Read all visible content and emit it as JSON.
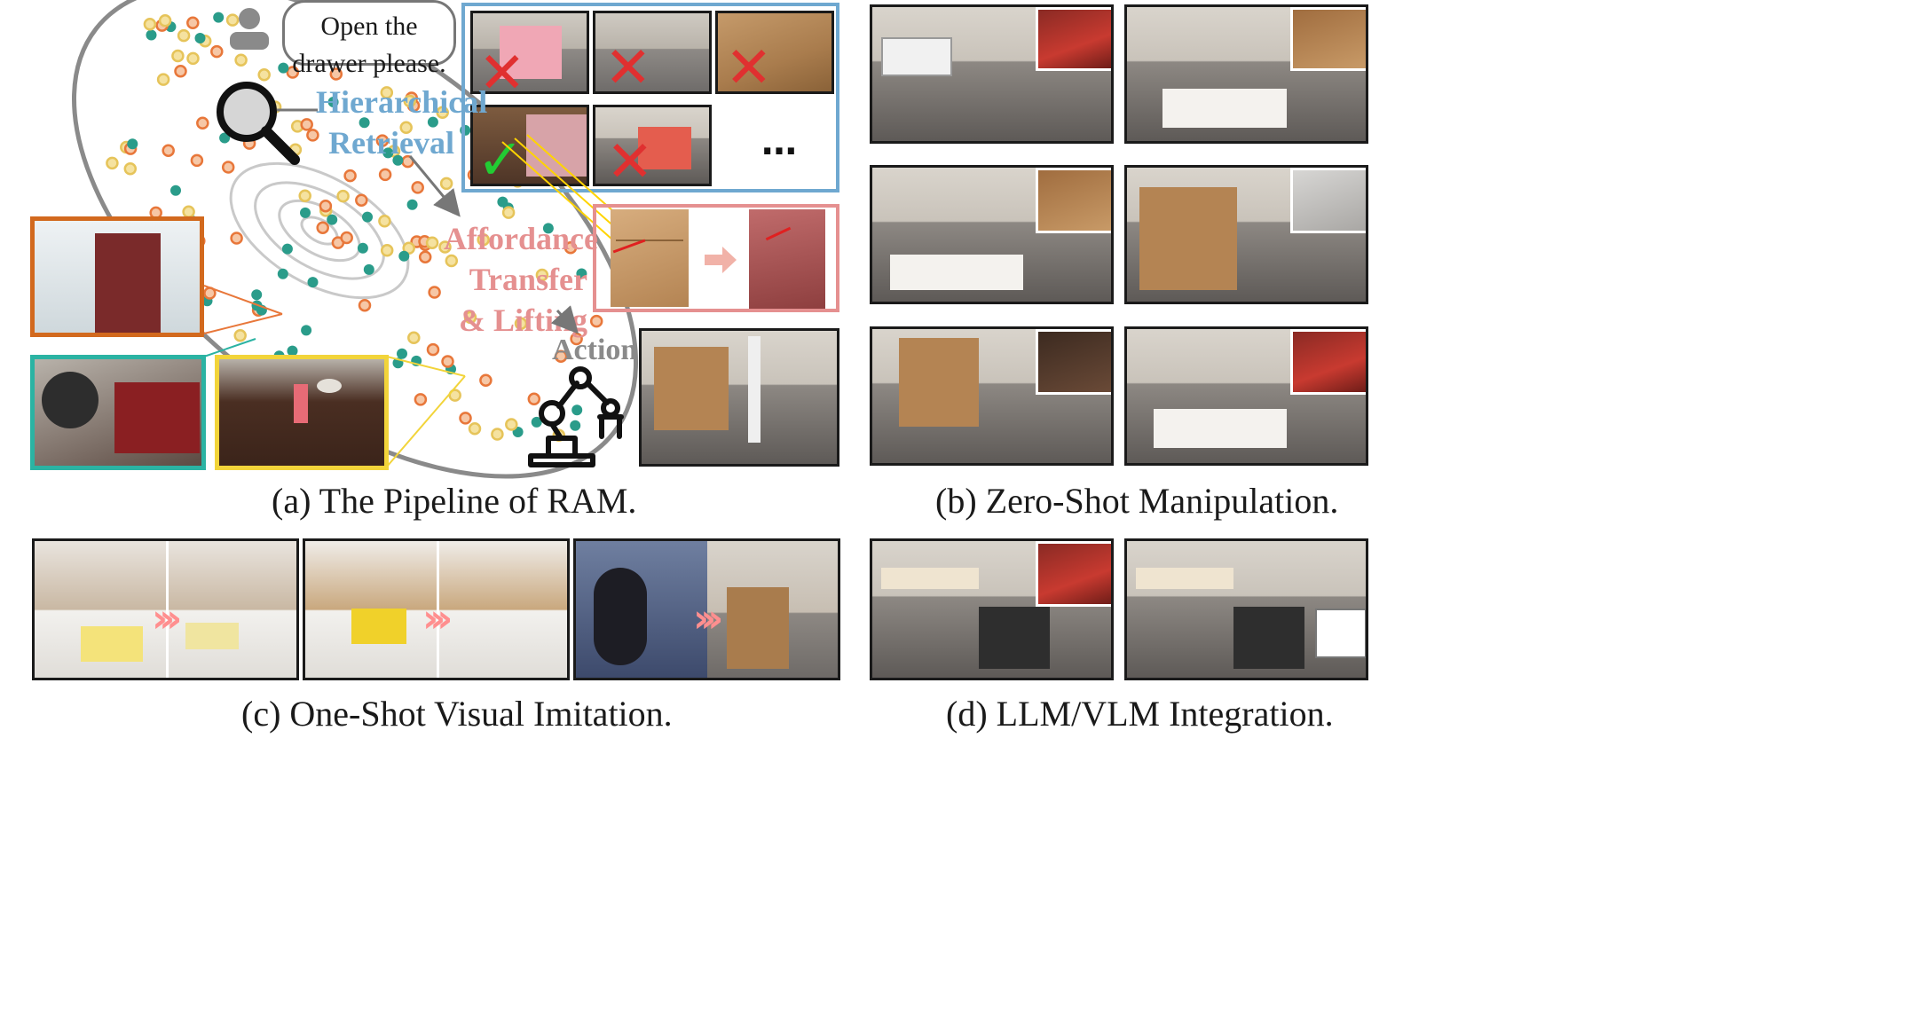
{
  "panel_a": {
    "instruction": "Open the drawer please.",
    "retrieval_label": "Hierarchical Retrieval",
    "transfer_label": "Affordance Transfer & Lifting",
    "action_label": "Action",
    "ellipsis": "…",
    "caption": "(a) The Pipeline of RAM."
  },
  "panel_b": {
    "caption": "(b) Zero-Shot Manipulation."
  },
  "panel_c": {
    "caption": "(c) One-Shot Visual Imitation."
  },
  "panel_d": {
    "caption": "(d) LLM/VLM Integration."
  },
  "colors": {
    "retrieval_blue": "#6fa8d0",
    "transfer_red": "#e59090",
    "dot_orange": "#e8773a",
    "dot_teal": "#2a9c8a",
    "dot_yellow": "#e6c45a",
    "frame_orange": "#d2691e",
    "frame_teal": "#2bb3a3",
    "frame_yellow": "#f2d43a"
  }
}
